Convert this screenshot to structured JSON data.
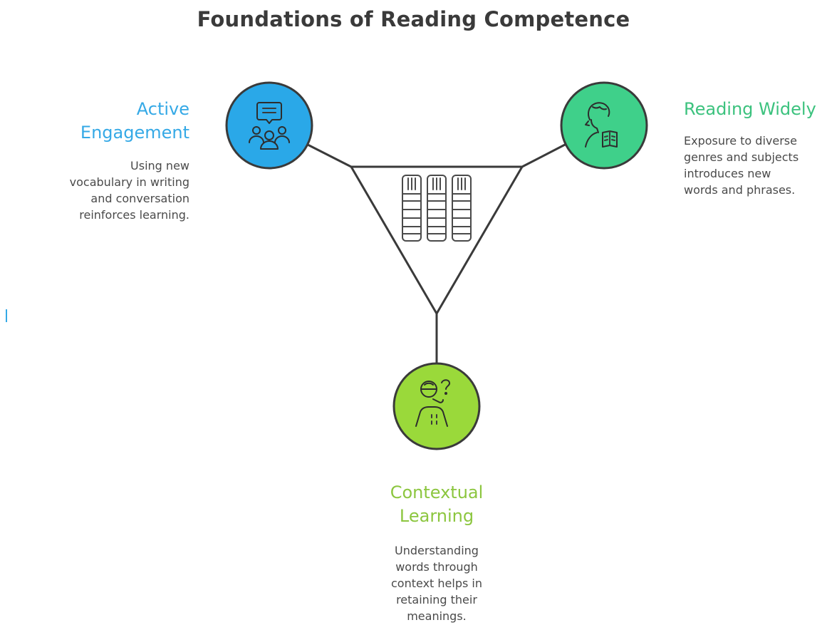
{
  "title": "Foundations of Reading Competence",
  "nodes": {
    "active": {
      "heading": "Active Engagement",
      "heading_line1": "Active",
      "heading_line2": "Engagement",
      "description": "Using new\nvocabulary in writing\nand conversation\nreinforces learning.",
      "color": "#2aa8e8",
      "text_color": "#35a9e6",
      "icon": "discussion-group-icon"
    },
    "reading": {
      "heading": "Reading Widely",
      "description": "Exposure to diverse\ngenres and subjects\nintroduces new\nwords and phrases.",
      "color": "#3fd08a",
      "text_color": "#3cc27e",
      "icon": "person-reading-book-icon"
    },
    "contextual": {
      "heading": "Contextual Learning",
      "heading_line1": "Contextual",
      "heading_line2": "Learning",
      "description": "Understanding\nwords through\ncontext helps in\nretaining their\nmeanings.",
      "color": "#9ad93a",
      "text_color": "#8cc63f",
      "icon": "thinking-person-icon"
    }
  },
  "center_icon": "stacked-books-icon",
  "line_color": "#3a3a3a"
}
